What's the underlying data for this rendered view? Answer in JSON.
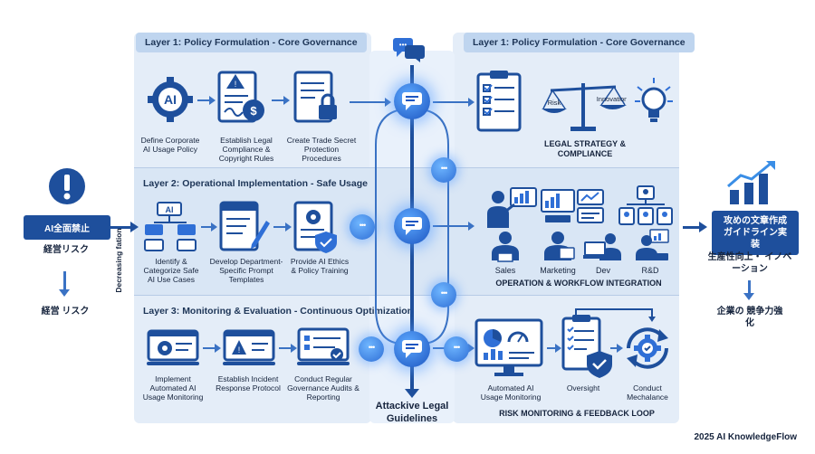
{
  "layers": {
    "left_layer1_title": "Layer 1: Policy Formulation - Core Governance",
    "right_layer1_title": "Layer 1: Policy Formulation - Core Governance",
    "layer2_title": "Layer 2: Operational Implementation - Safe Usage",
    "layer3_title": "Layer 3: Monitoring & Evaluation - Continuous Optimization"
  },
  "layer1": {
    "ai_icon_text": "AI",
    "steps": [
      "Define Corporate AI Usage Policy",
      "Establish Legal Compliance & Copyright Rules",
      "Create Trade Secret Protection Procedures"
    ],
    "right_label": "LEGAL STRATEGY & COMPLIANCE",
    "scale_left": "Risk",
    "scale_right": "Innovation"
  },
  "layer2": {
    "ai_box_text": "AI",
    "steps": [
      "Identify & Categorize Safe AI Use Cases",
      "Develop Department-Specific Prompt Templates",
      "Provide AI Ethics & Policy Training"
    ],
    "departments": [
      "Sales",
      "Marketing",
      "Dev",
      "R&D"
    ],
    "right_label": "OPERATION & WORKFLOW INTEGRATION"
  },
  "layer3": {
    "steps": [
      "Implement Automated AI Usage Monitoring",
      "Establish Incident Response Protocol",
      "Conduct Regular Governance Audits & Reporting"
    ],
    "right_steps": [
      "Automated AI Usage Monitoring",
      "Oversight",
      "Conduct Mechalance"
    ],
    "right_label": "RISK MONITORING & FEEDBACK LOOP"
  },
  "center_label": "Attackive Legal Guidelines",
  "vertical_label": "Decreasing fation",
  "left_side": {
    "ban_label": "AI全面禁止",
    "risk_label": "経営リスク",
    "risk_bottom": "経営 リスク"
  },
  "right_side": {
    "pill_label": "攻めの文章作成 ガイドライン実装",
    "productivity": "生産性向上・ イノベーション",
    "competitiveness": "企業の 競争力強化"
  },
  "footer": "2025 AI KnowledgeFlow",
  "colors": {
    "primary": "#1e4f9c",
    "accent": "#3a72c4",
    "panel": "#e4edf8"
  }
}
